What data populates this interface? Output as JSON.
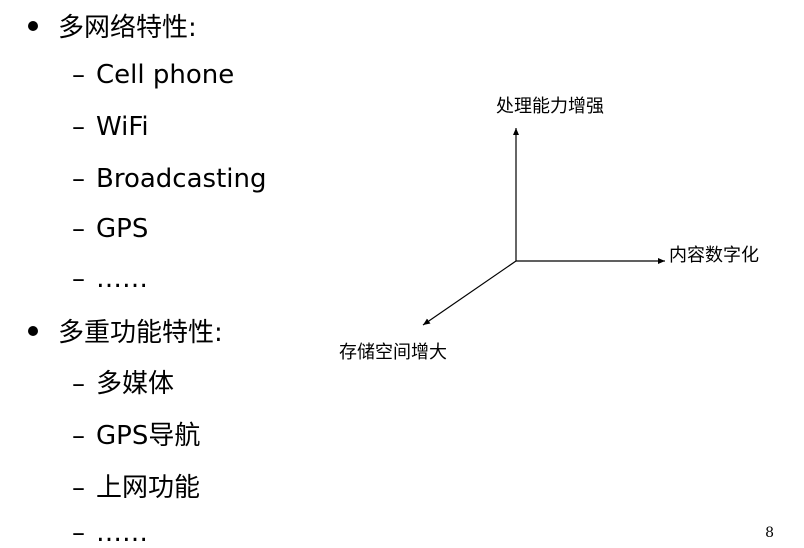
{
  "slide": {
    "bullets": [
      {
        "label": "多网络特性:",
        "items": [
          "Cell phone",
          "WiFi",
          "Broadcasting",
          "GPS",
          "……"
        ]
      },
      {
        "label": "多重功能特性:",
        "items": [
          "多媒体",
          "GPS导航",
          "上网功能",
          "……"
        ]
      }
    ],
    "dash": "–",
    "diagram": {
      "up_label": "处理能力增强",
      "right_label": "内容数字化",
      "diag_label": "存储空间增大"
    },
    "page_number": "8"
  }
}
